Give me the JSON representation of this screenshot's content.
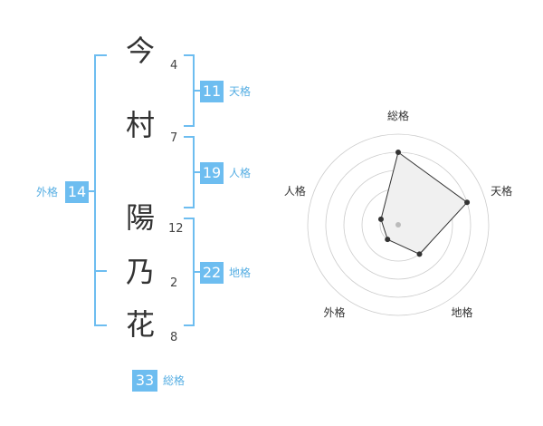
{
  "name_chars": [
    {
      "char": "今",
      "strokes": "4"
    },
    {
      "char": "村",
      "strokes": "7"
    },
    {
      "char": "陽",
      "strokes": "12"
    },
    {
      "char": "乃",
      "strokes": "2"
    },
    {
      "char": "花",
      "strokes": "8"
    }
  ],
  "fortunes": {
    "tenkaku": {
      "value": "11",
      "label": "天格"
    },
    "jinkaku": {
      "value": "19",
      "label": "人格"
    },
    "chikaku": {
      "value": "22",
      "label": "地格"
    },
    "gaikaku": {
      "value": "14",
      "label": "外格"
    },
    "soukaku": {
      "value": "33",
      "label": "総格"
    }
  },
  "radar": {
    "axes": [
      "総格",
      "天格",
      "地格",
      "外格",
      "人格"
    ],
    "levels": 5,
    "values": [
      4,
      4,
      2,
      1,
      1
    ],
    "colors": {
      "fill": "#f0f0f0",
      "line": "#333333",
      "grid": "#cccccc",
      "center": "#bbbbbb"
    }
  }
}
